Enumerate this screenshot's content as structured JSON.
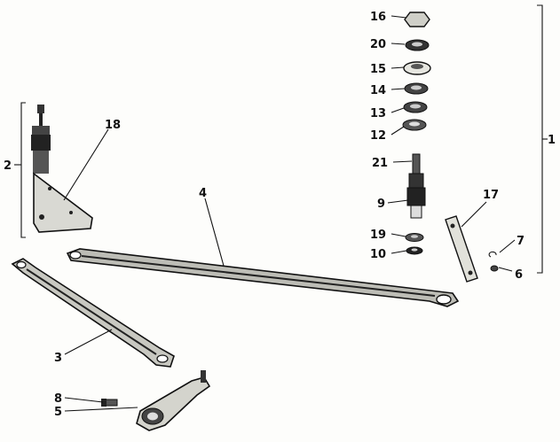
{
  "labels": {
    "p1": "1",
    "p2": "2",
    "p3": "3",
    "p4": "4",
    "p5": "5",
    "p6": "6",
    "p7": "7",
    "p8": "8",
    "p9": "9",
    "p10": "10",
    "p12": "12",
    "p13": "13",
    "p14": "14",
    "p15": "15",
    "p16": "16",
    "p17": "17",
    "p18": "18",
    "p19": "19",
    "p20": "20",
    "p21": "21"
  }
}
